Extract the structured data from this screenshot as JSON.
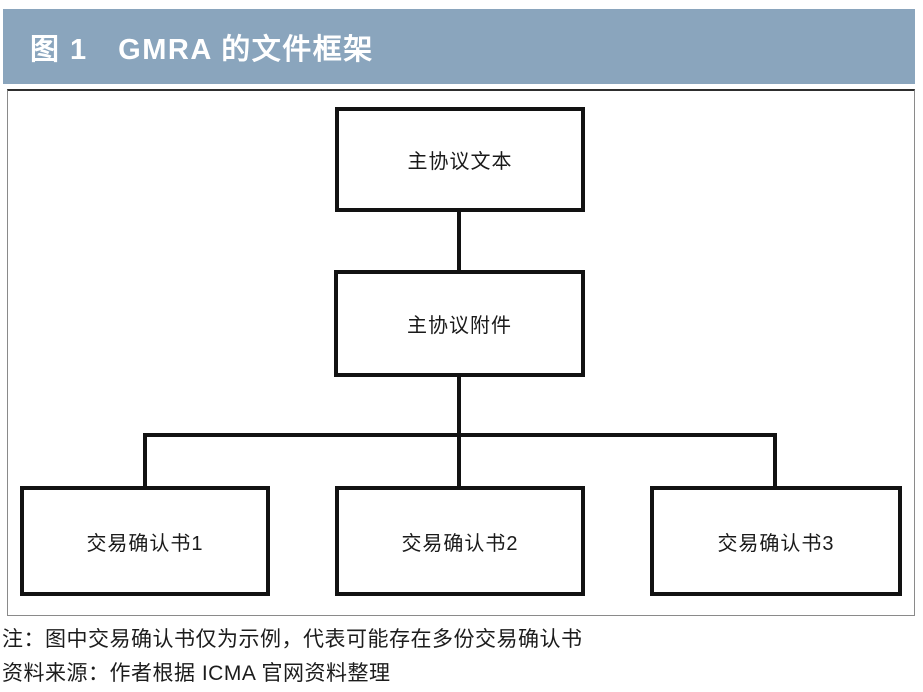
{
  "figure": {
    "title": "图 1　GMRA 的文件框架"
  },
  "diagram": {
    "type": "flowchart",
    "nodes": [
      {
        "id": "master-text",
        "label": "主协议文本",
        "level": 1
      },
      {
        "id": "master-annex",
        "label": "主协议附件",
        "level": 2
      },
      {
        "id": "confirmation-1",
        "label": "交易确认书1",
        "level": 3
      },
      {
        "id": "confirmation-2",
        "label": "交易确认书2",
        "level": 3
      },
      {
        "id": "confirmation-3",
        "label": "交易确认书3",
        "level": 3
      }
    ],
    "edges": [
      {
        "from": "master-text",
        "to": "master-annex"
      },
      {
        "from": "master-annex",
        "to": "confirmation-1"
      },
      {
        "from": "master-annex",
        "to": "confirmation-2"
      },
      {
        "from": "master-annex",
        "to": "confirmation-3"
      }
    ]
  },
  "footnotes": {
    "note": "注：图中交易确认书仅为示例，代表可能存在多份交易确认书",
    "source": "资料来源：作者根据 ICMA 官网资料整理"
  },
  "colors": {
    "header_bg": "#8AA5BD",
    "header_text": "#FFFFFF",
    "node_border": "#121212",
    "frame_border": "#8A8A8A",
    "text": "#1C1C1C",
    "background": "#FFFFFF"
  }
}
